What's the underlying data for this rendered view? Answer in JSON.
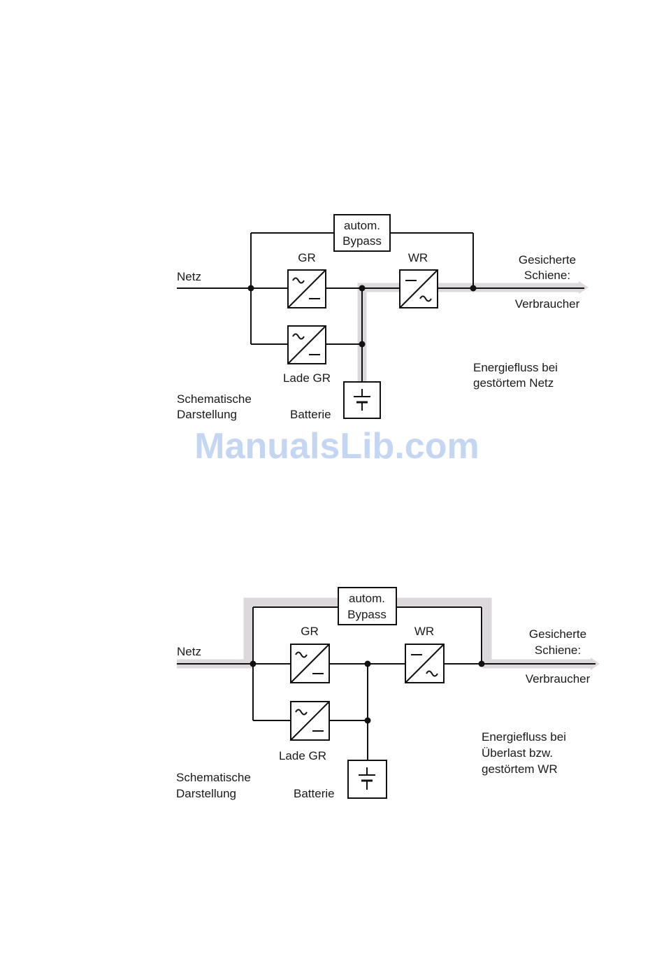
{
  "watermark": "ManualsLib.com",
  "diagram1": {
    "bypass_line1": "autom.",
    "bypass_line2": "Bypass",
    "gr": "GR",
    "wr": "WR",
    "netz": "Netz",
    "gesicherte": "Gesicherte",
    "schiene": "Schiene:",
    "verbraucher": "Verbraucher",
    "lade_gr": "Lade GR",
    "batterie": "Batterie",
    "schematische": "Schematische",
    "darstellung": "Darstellung",
    "energie_line1": "Energiefluss bei",
    "energie_line2": "gestörtem Netz"
  },
  "diagram2": {
    "bypass_line1": "autom.",
    "bypass_line2": "Bypass",
    "gr": "GR",
    "wr": "WR",
    "netz": "Netz",
    "gesicherte": "Gesicherte",
    "schiene": "Schiene:",
    "verbraucher": "Verbraucher",
    "lade_gr": "Lade GR",
    "batterie": "Batterie",
    "schematische": "Schematische",
    "darstellung": "Darstellung",
    "energie_line1": "Energiefluss bei",
    "energie_line2": "Überlast bzw.",
    "energie_line3": "gestörtem WR"
  }
}
